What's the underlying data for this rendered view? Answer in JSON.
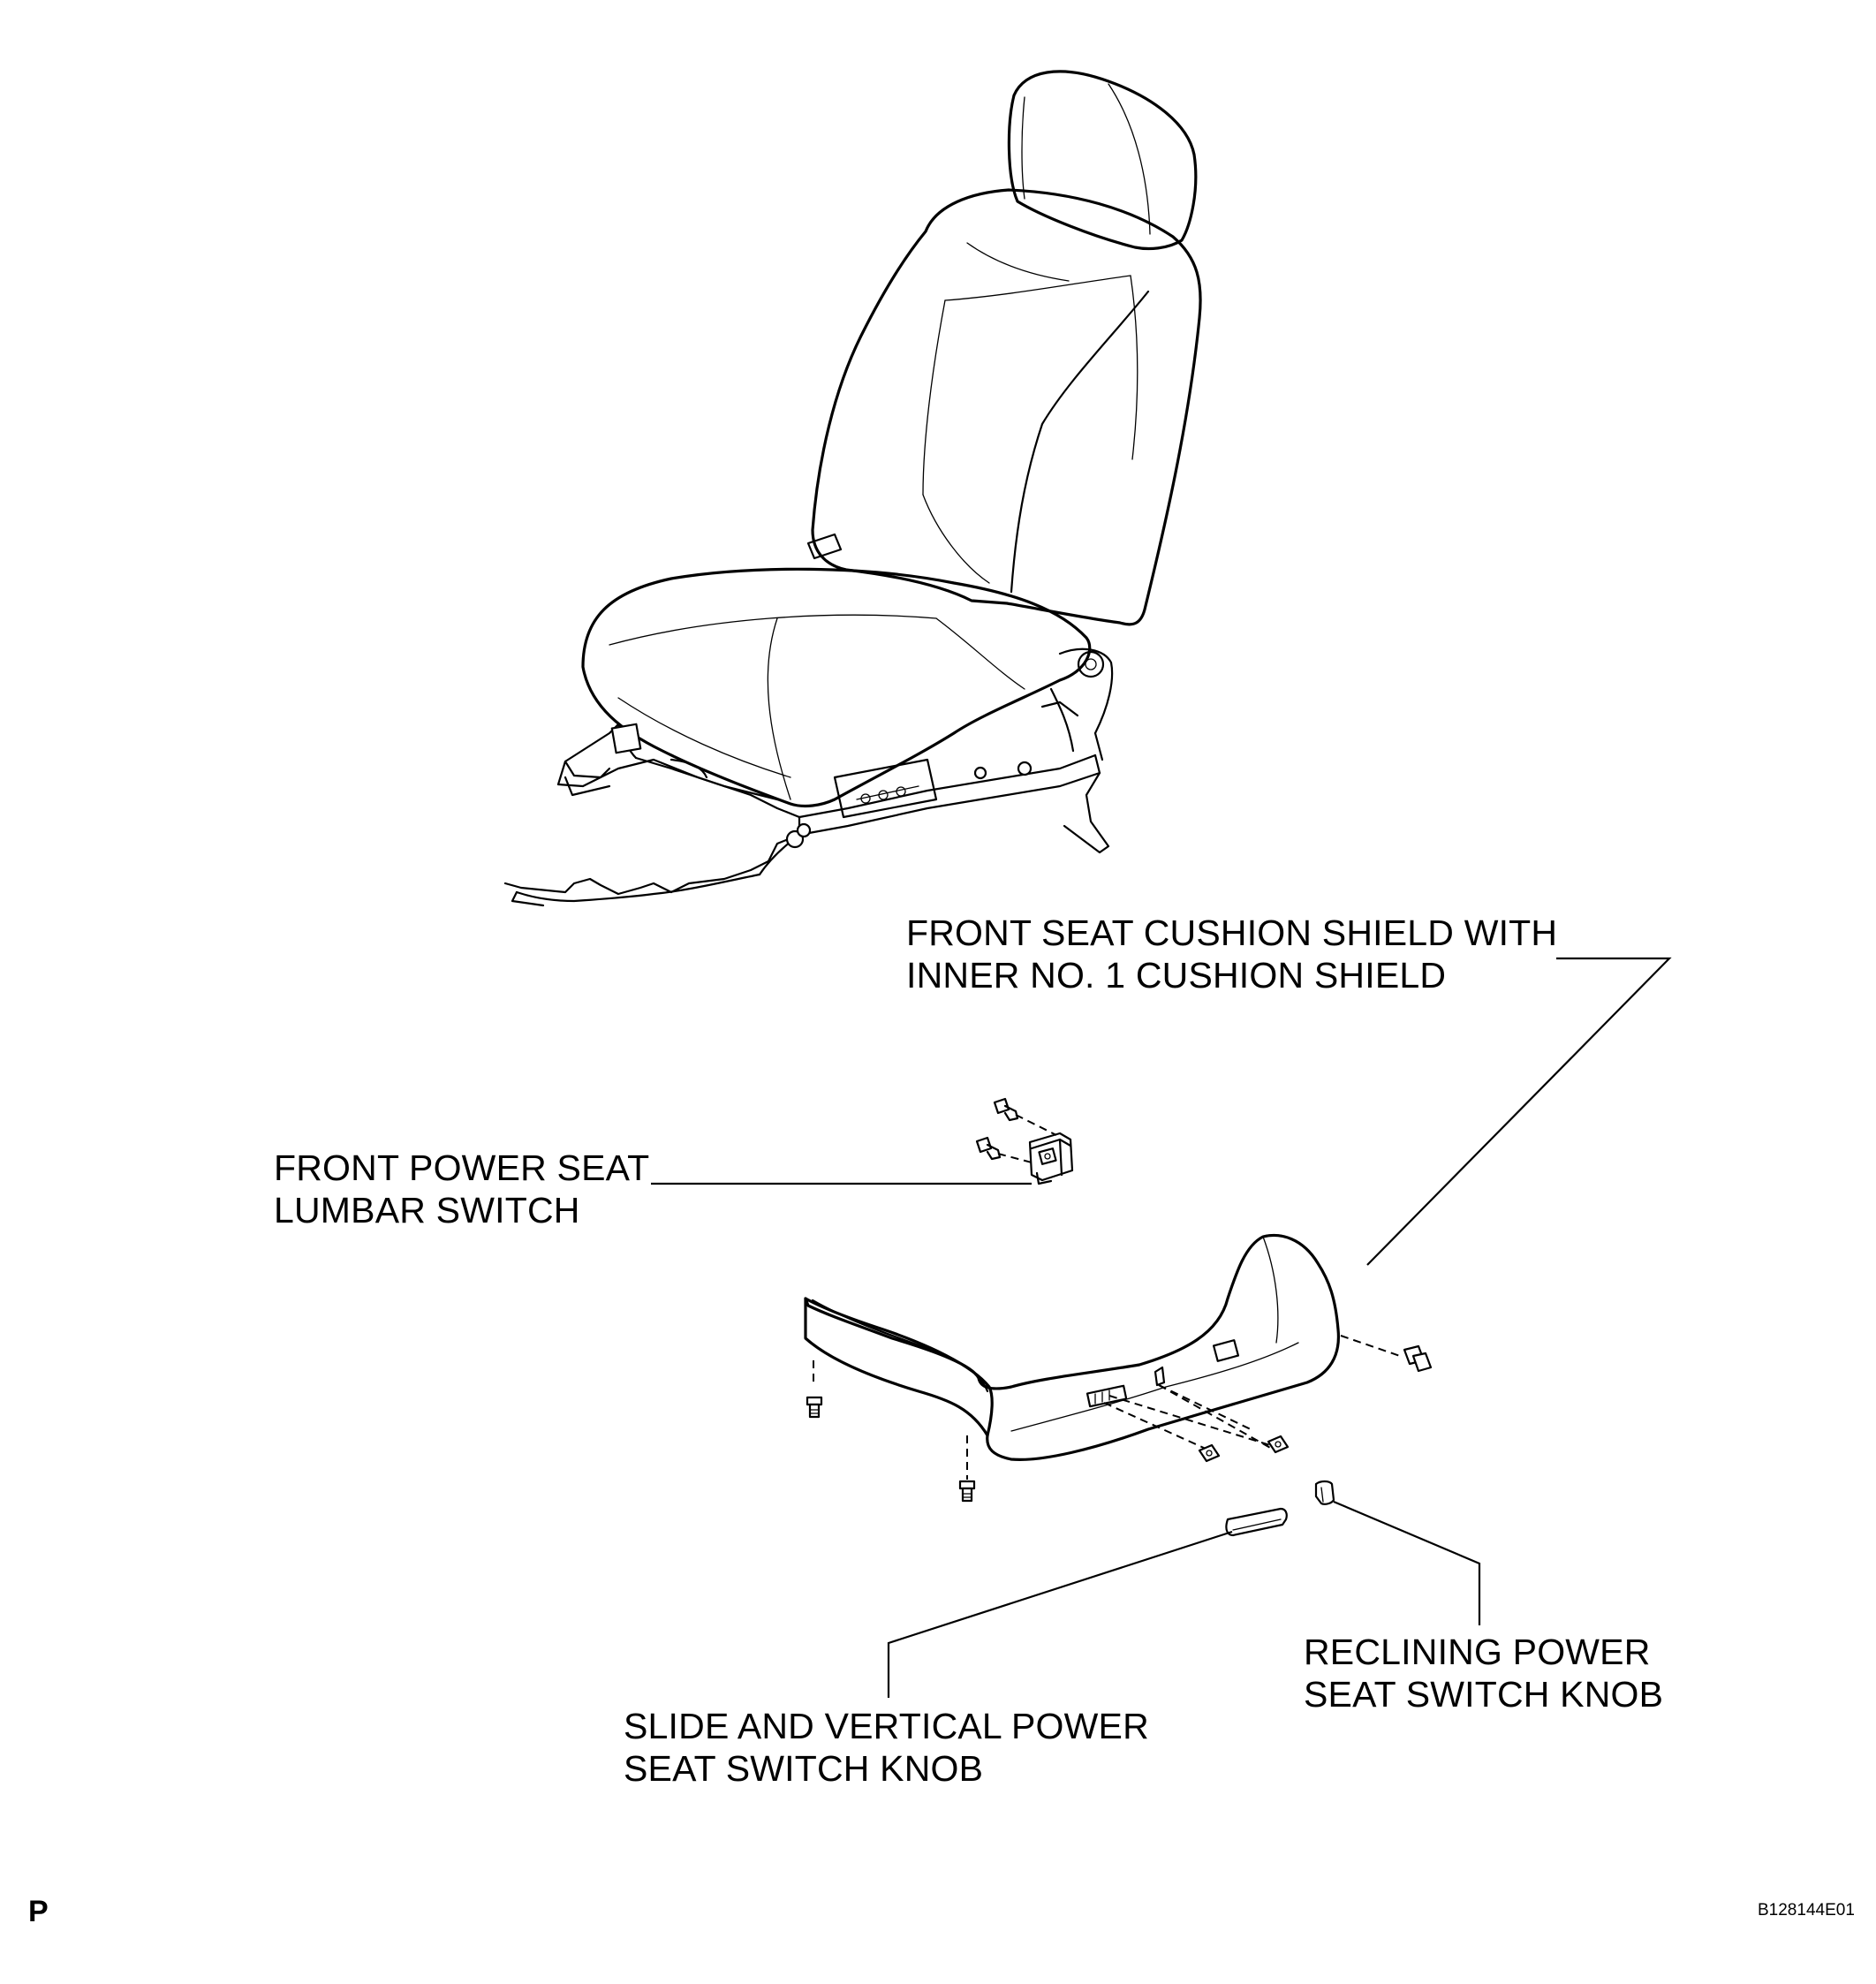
{
  "labels": {
    "cushion_shield": [
      "FRONT SEAT CUSHION SHIELD WITH",
      "INNER NO. 1 CUSHION SHIELD"
    ],
    "lumbar_switch": [
      "FRONT POWER SEAT",
      "LUMBAR SWITCH"
    ],
    "reclining_knob": [
      "RECLINING POWER",
      "SEAT SWITCH KNOB"
    ],
    "slide_vertical_knob": [
      "SLIDE AND VERTICAL POWER",
      "SEAT SWITCH KNOB"
    ]
  },
  "corner_letter": "P",
  "figure_id": "B128144E01"
}
